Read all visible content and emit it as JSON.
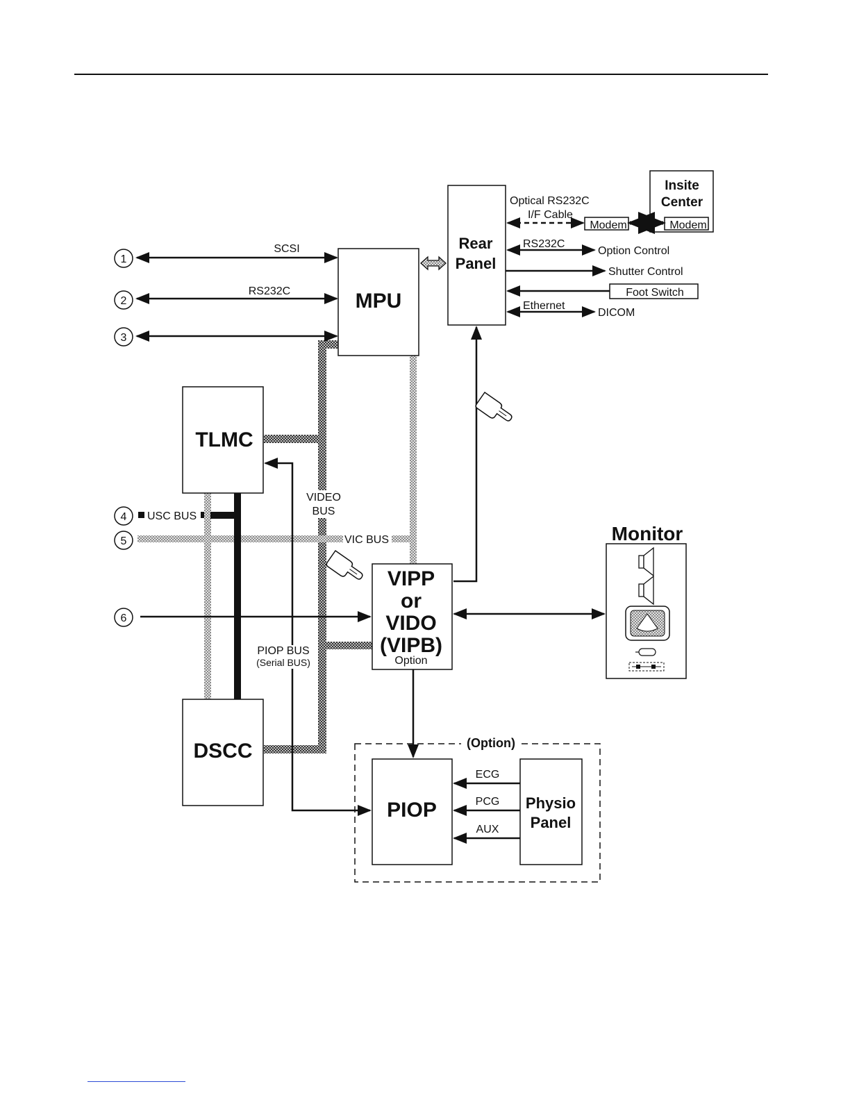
{
  "blocks": {
    "mpu": "MPU",
    "tlmc": "TLMC",
    "dscc": "DSCC",
    "rear_panel": [
      "Rear",
      "Panel"
    ],
    "insite_center": [
      "Insite",
      "Center"
    ],
    "vipp": [
      "VIPP",
      "or",
      "VIDO",
      "(VIPB)"
    ],
    "vipp_option": "Option",
    "monitor": "Monitor",
    "piop": "PIOP",
    "physio_panel": [
      "Physio",
      "Panel"
    ],
    "option_group": "(Option)",
    "modem_left": "Modem",
    "modem_right": "Modem",
    "foot_switch": "Foot Switch"
  },
  "connectors": [
    "1",
    "2",
    "3",
    "4",
    "5",
    "6"
  ],
  "labels": {
    "scsi": "SCSI",
    "rs232c_mpu": "RS232C",
    "optical_rs232c": "Optical RS232C",
    "if_cable": "I/F Cable",
    "rs232c_rear": "RS232C",
    "option_control": "Option Control",
    "shutter_control": "Shutter Control",
    "ethernet": "Ethernet",
    "dicom": "DICOM",
    "usc_bus": "USC BUS",
    "vic_bus": "VIC BUS",
    "video_bus": [
      "VIDEO",
      "BUS"
    ],
    "piop_bus": "PIOP BUS",
    "serial_bus": "(Serial BUS)",
    "ecg": "ECG",
    "pcg": "PCG",
    "aux": "AUX"
  },
  "icons": [
    "pointing-hand-icon",
    "speaker-icon",
    "ultrasound-screen-icon",
    "probe-icon"
  ]
}
